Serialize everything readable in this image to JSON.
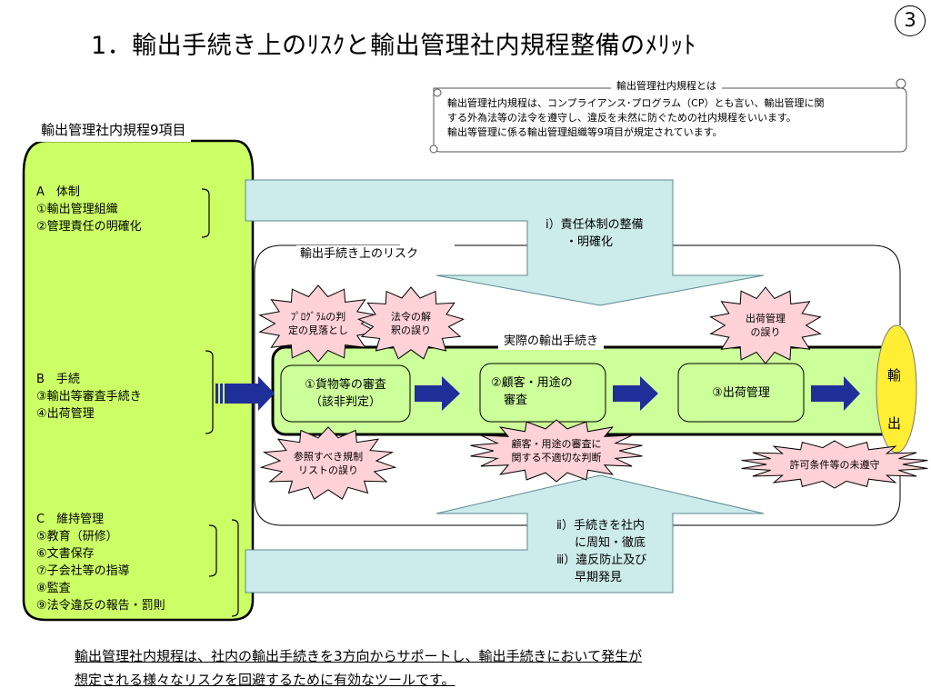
{
  "page": {
    "title": "1．輸出手続き上のﾘｽｸと輸出管理社内規程整備のﾒﾘｯﾄ",
    "page_number": "3"
  },
  "scroll_box": {
    "heading": "輸出管理社内規程とは",
    "lines": [
      "輸出管理社内規程は、コンプライアンス･プログラム（CP）とも言い、輸出管理に関",
      "する外為法等の法令を遵守し、違反を未然に防ぐための社内規程をいいます。",
      "輸出等管理に係る輸出管理組織等9項目が規定されています。"
    ]
  },
  "panel": {
    "header": "輸出管理社内規程9項目",
    "group_a": [
      "A　体制",
      "①輸出管理組織",
      "②管理責任の明確化"
    ],
    "group_b": [
      "B　手続",
      "③輸出等審査手続き",
      "④出荷管理"
    ],
    "group_c": [
      "C　維持管理",
      "⑤教育（研修）",
      "⑥文書保存",
      "⑦子会社等の指導",
      "⑧監査",
      "⑨法令違反の報告・罰則"
    ]
  },
  "arrows": {
    "top_label": [
      "ⅰ）責任体制の整備",
      "・明確化"
    ],
    "bottom_label": [
      "ⅱ）手続きを社内",
      "に周知・徹底",
      "ⅲ）違反防止及び",
      "早期発見"
    ]
  },
  "risk_area": {
    "label": "輸出手続き上のリスク"
  },
  "process": {
    "label": "実際の輸出手続き",
    "steps": [
      [
        "①貨物等の審査",
        "（該非判定）"
      ],
      [
        "②顧客・用途の",
        "審査"
      ],
      [
        "③出荷管理"
      ]
    ]
  },
  "risks": {
    "program_misjudge": [
      "ﾌﾟﾛｸﾞﾗﾑの判",
      "定の見落とし"
    ],
    "law_misinterpret": [
      "法令の解",
      "釈の誤り"
    ],
    "shipping_error": [
      "出荷管理",
      "の誤り"
    ],
    "reference_list_error": [
      "参照すべき規制",
      "リストの誤り"
    ],
    "customer_misjudge": [
      "顧客・用途の審査に",
      "関する不適切な判断"
    ],
    "permit_violation": [
      "許可条件等の未遵守"
    ]
  },
  "export": {
    "chars": [
      "輸",
      "出"
    ]
  },
  "footer": {
    "lines": [
      "輸出管理社内規程は、社内の輸出手続きを3方向からサポートし、輸出手続きにおいて発生が",
      "想定される様々なリスクを回避するために有効なツールです。"
    ]
  },
  "colors": {
    "panel_green": "#ccff66",
    "process_green": "#ccff99",
    "arrow_teal": "#ccebeb",
    "arrow_navy": "#1f2f99",
    "burst_pink": "#ffd2d7",
    "export_yellow": "#ffee33"
  }
}
